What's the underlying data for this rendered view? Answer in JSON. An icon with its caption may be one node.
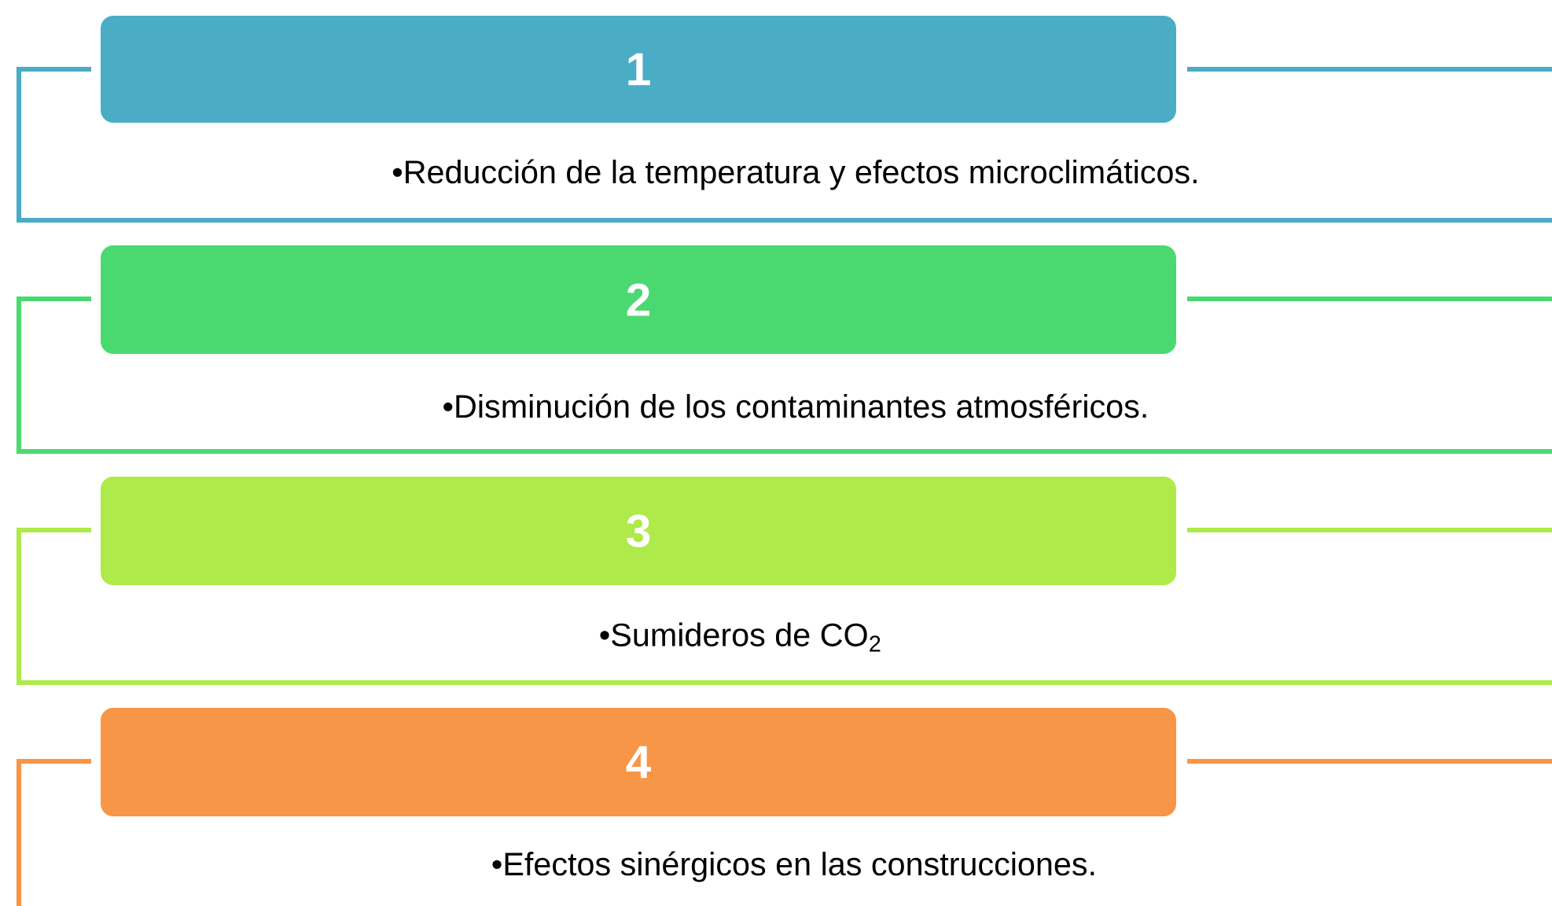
{
  "diagram": {
    "nodes": [
      {
        "text": [
          "1"
        ]
      },
      {
        "text": [
          "•Reducción de la temperatura y efectos microclimáticos."
        ]
      },
      {
        "text": [
          "2"
        ]
      },
      {
        "text": [
          "•Disminución de los contaminantes atmosféricos."
        ]
      },
      {
        "text": [
          "3"
        ]
      },
      {
        "text": [
          "•Sumideros de CO$_{2}$"
        ]
      },
      {
        "text": [
          "4"
        ]
      },
      {
        "text": [
          "•Efectos sinérgicos en las construcciones."
        ]
      }
    ]
  }
}
